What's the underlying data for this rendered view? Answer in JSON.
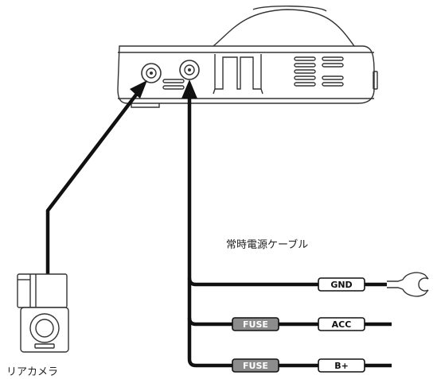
{
  "labels": {
    "rear_camera": "リアカメラ",
    "power_cable": "常時電源ケーブル"
  },
  "wires": [
    {
      "id": "gnd",
      "tag": "GND",
      "fuse": "",
      "terminal": "ring"
    },
    {
      "id": "acc",
      "tag": "ACC",
      "fuse": "FUSE",
      "terminal": "bare"
    },
    {
      "id": "bplus",
      "tag": "B+",
      "fuse": "FUSE",
      "terminal": "bare"
    }
  ],
  "colors": {
    "line": "#111111",
    "fuse_fill": "#8c8c8c",
    "tag_fill": "#ffffff"
  }
}
